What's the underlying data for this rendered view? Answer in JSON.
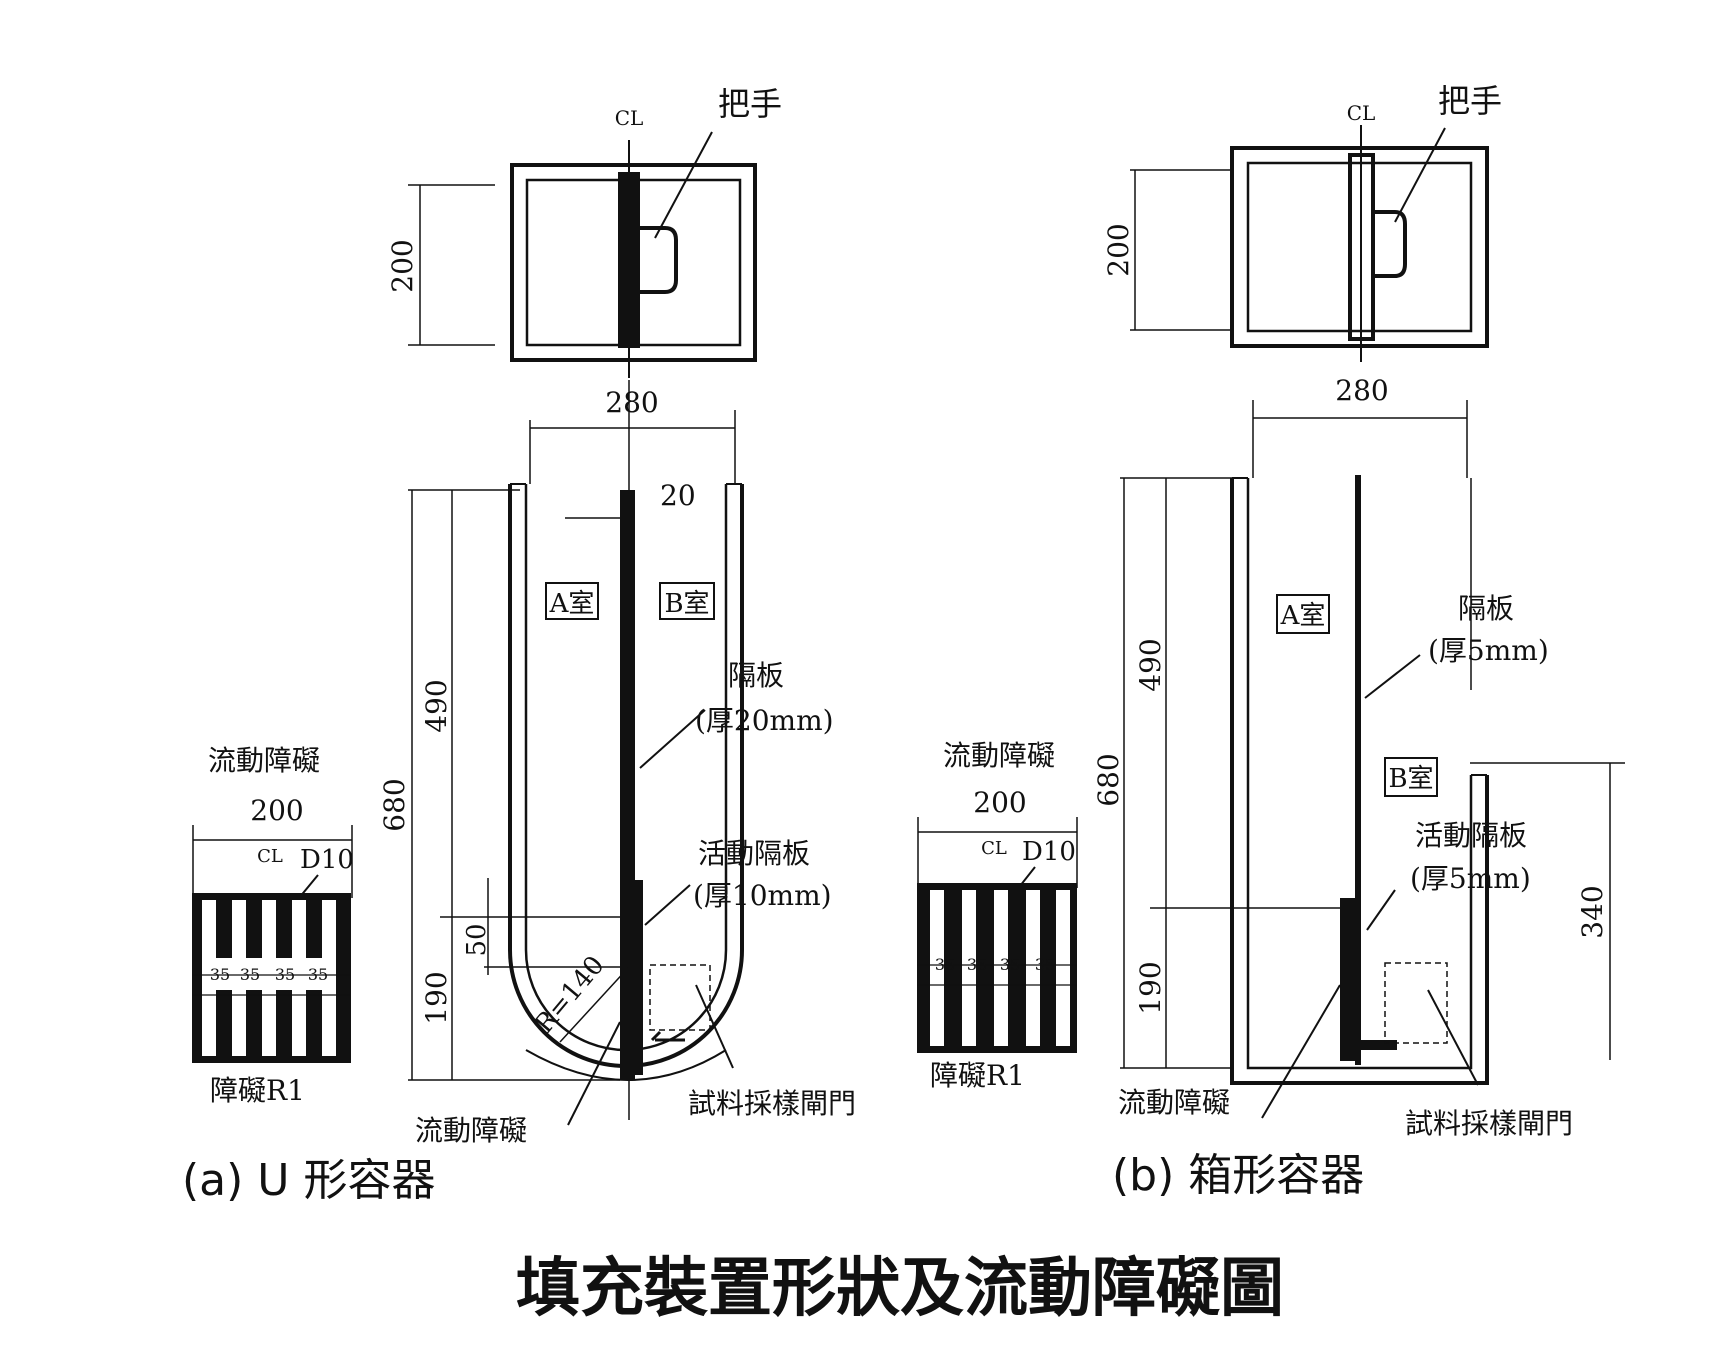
{
  "title": "填充裝置形狀及流動障礙圖",
  "captions": {
    "a": "(a) U 形容器",
    "b": "(b) 箱形容器"
  },
  "labels": {
    "cl": "CL",
    "handle": "把手",
    "dim_200": "200",
    "dim_280": "280",
    "dim_20": "20",
    "dim_490": "490",
    "dim_680": "680",
    "dim_190": "190",
    "dim_50": "50",
    "dim_340": "340",
    "radius": "R=140",
    "room_a": "A室",
    "room_b": "B室",
    "partition": "隔板",
    "thick_20": "(厚20mm)",
    "thick_5": "(厚5mm)",
    "movable_partition": "活動隔板",
    "thick_10": "(厚10mm)",
    "flow_obstacle": "流動障礙",
    "gate": "試料採樣閘門",
    "obstacle_r1": "障礙R1",
    "d10": "D10",
    "pitch_35": "35"
  }
}
